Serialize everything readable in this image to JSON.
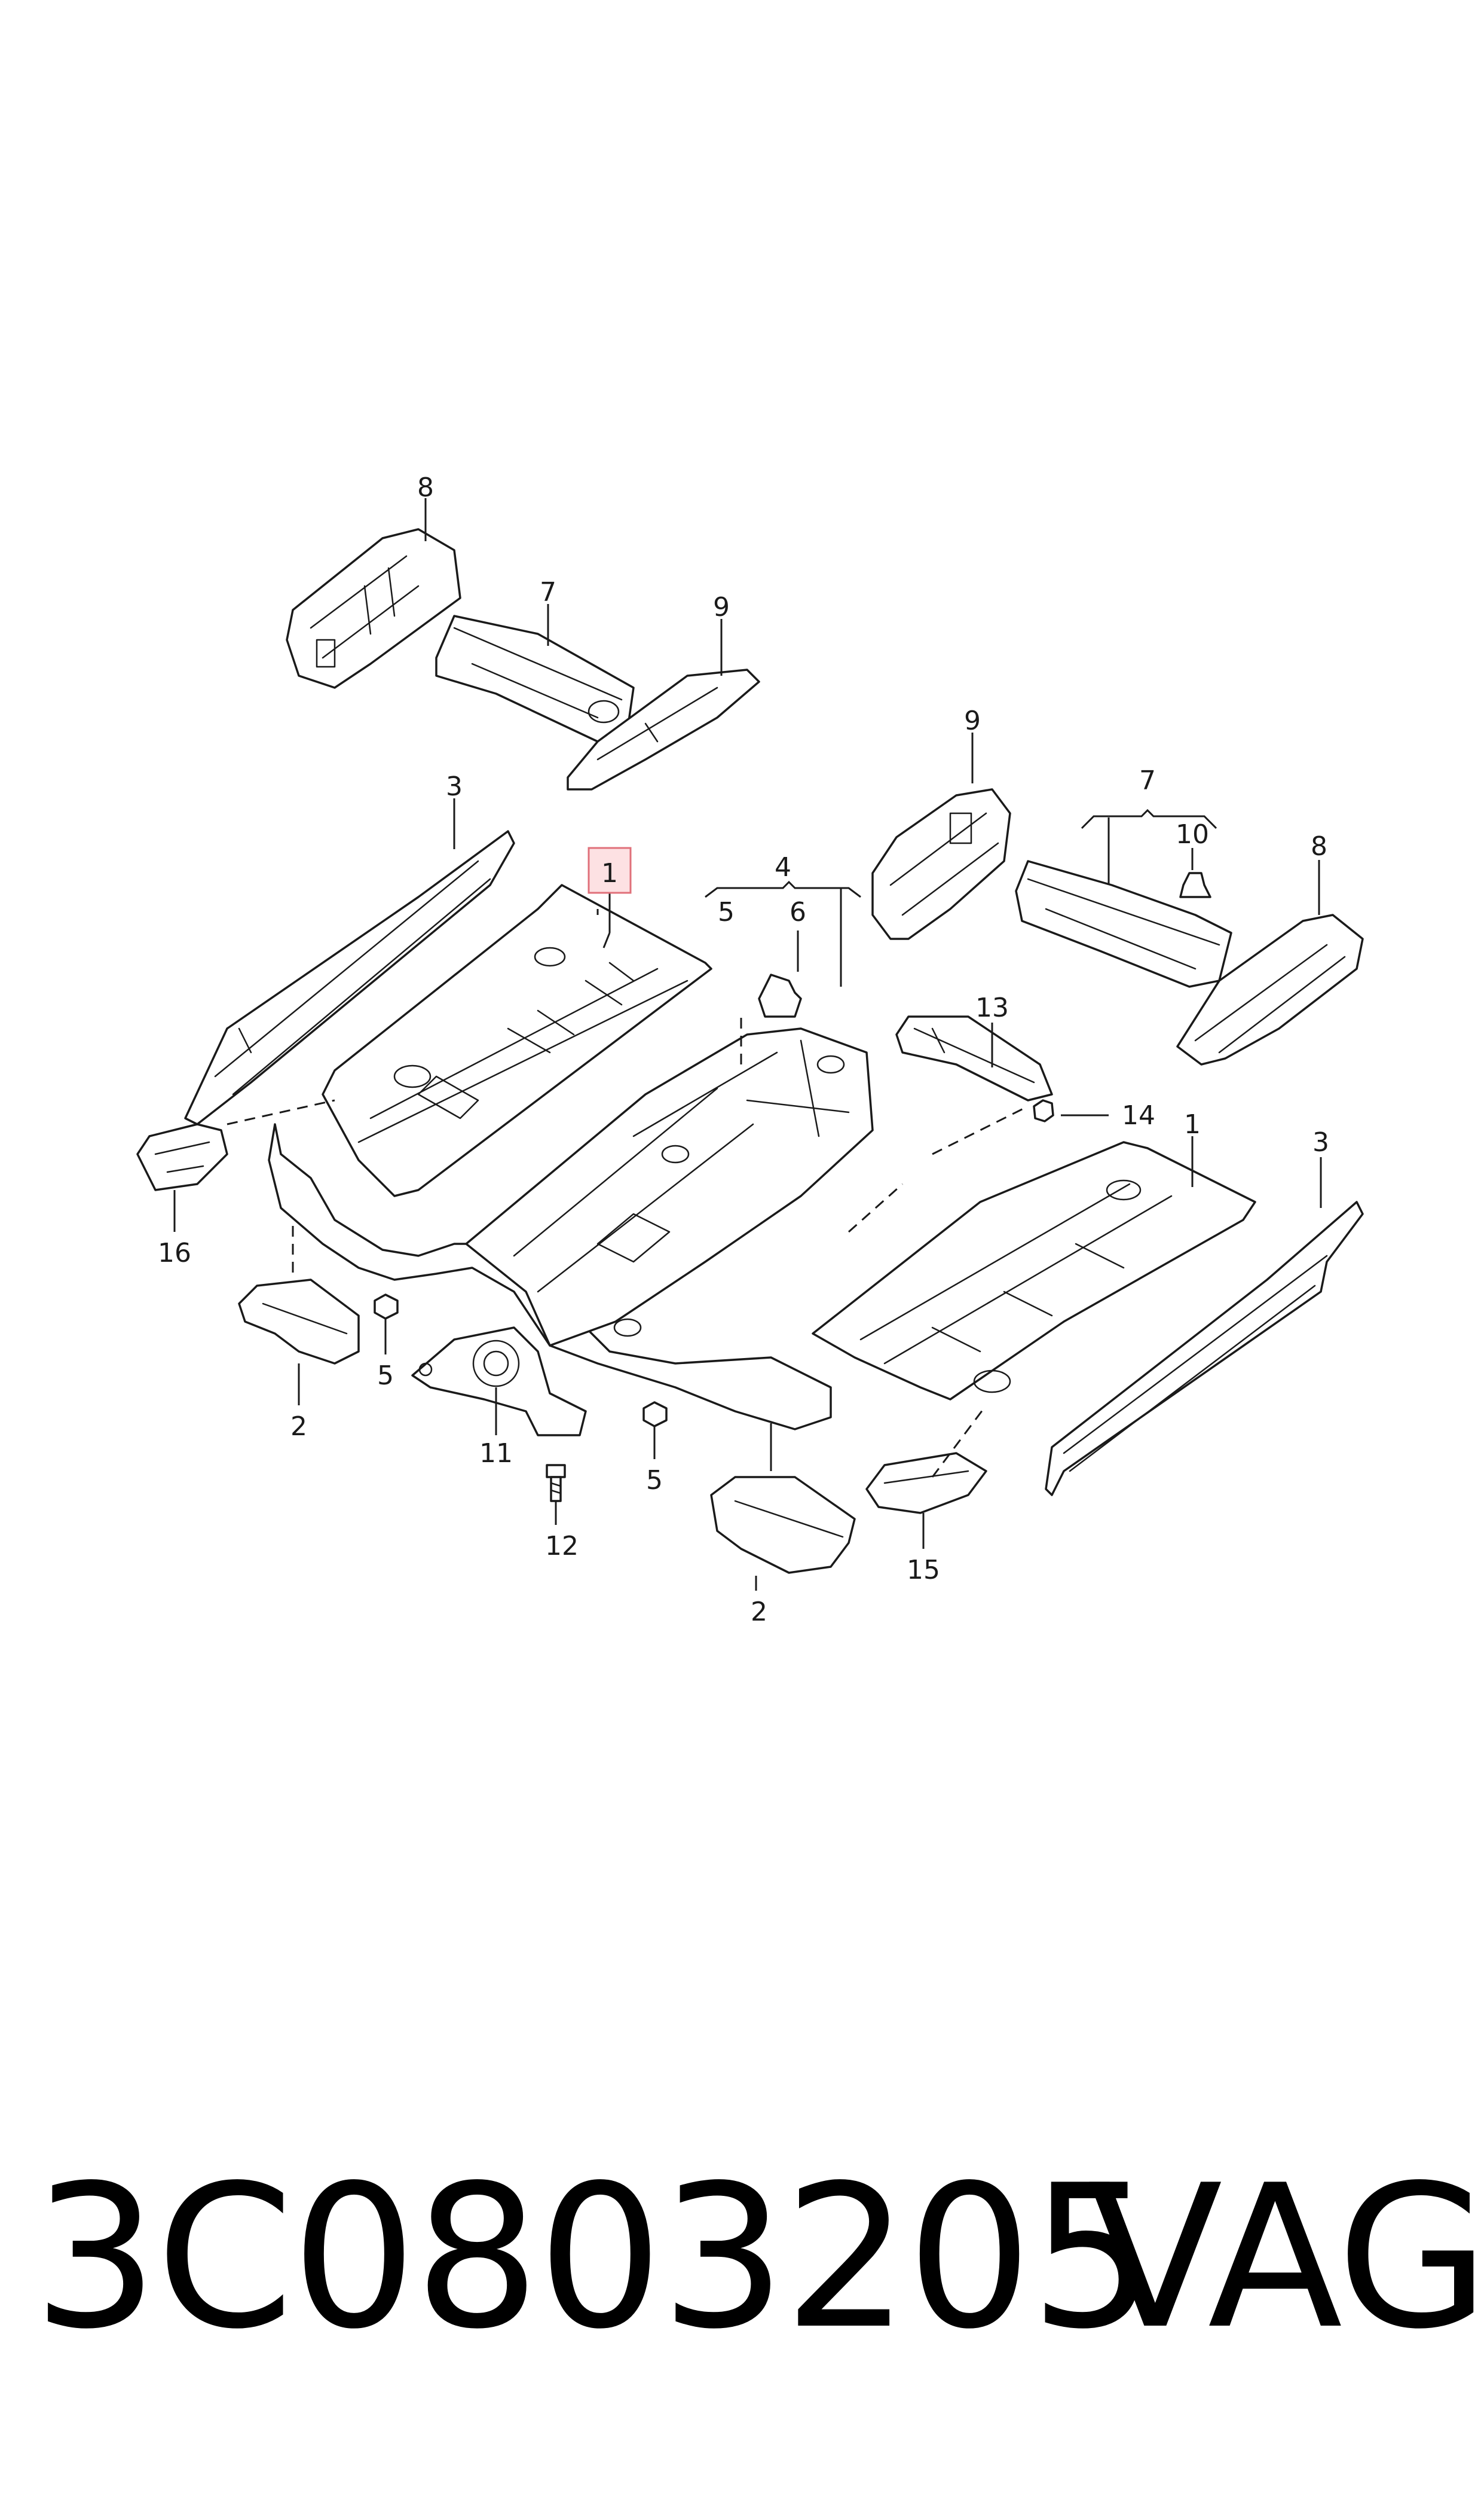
{
  "diagram": {
    "callouts": {
      "c1_left": "1",
      "c1_right": "1",
      "c2_left": "2",
      "c2_bottom": "2",
      "c3_left": "3",
      "c3_right": "3",
      "c4": "4",
      "c5_group": "5",
      "c5_left": "5",
      "c5_center": "5",
      "c6": "6",
      "c7_top": "7",
      "c7_right": "7",
      "c8_top": "8",
      "c8_right": "8",
      "c9_top": "9",
      "c9_right": "9",
      "c10": "10",
      "c11": "11",
      "c12": "12",
      "c13": "13",
      "c14": "14",
      "c15": "15",
      "c16": "16"
    },
    "highlight_color": "#fde1e3"
  },
  "footer": {
    "part_number": "3C0803205",
    "brand": "VAG"
  }
}
